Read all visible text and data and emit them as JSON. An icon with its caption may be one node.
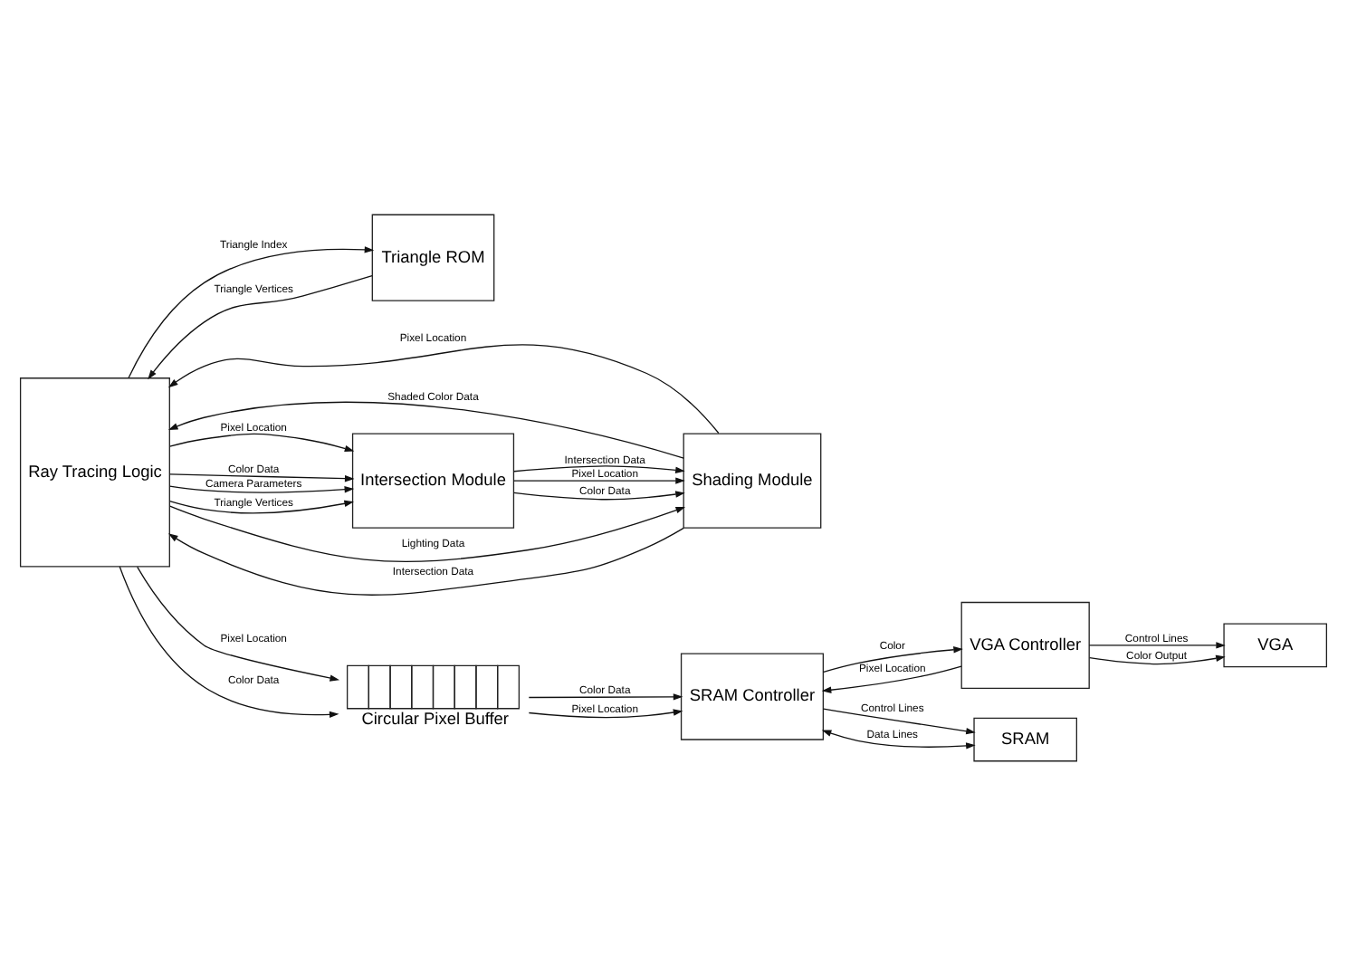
{
  "diagram": {
    "nodes": [
      {
        "text": [
          "Ray Tracing Logic"
        ]
      },
      {
        "text": [
          "Triangle ROM"
        ]
      },
      {
        "text": [
          "Intersection Module"
        ]
      },
      {
        "text": [
          "Shading Module"
        ]
      },
      {
        "text": [
          "Circular Pixel Buffer"
        ]
      },
      {
        "text": [
          "SRAM Controller"
        ]
      },
      {
        "text": [
          "VGA Controller"
        ]
      },
      {
        "text": [
          "SRAM"
        ]
      },
      {
        "text": [
          "VGA"
        ]
      }
    ],
    "edges": [
      {
        "from": 0,
        "to": 1,
        "arrow": "to",
        "label": "Triangle Index"
      },
      {
        "from": 1,
        "to": 0,
        "arrow": "to",
        "label": "Triangle Vertices"
      },
      {
        "from": 0,
        "to": 3,
        "arrow": "to",
        "label": "Lighting Data"
      },
      {
        "from": 0,
        "to": 2,
        "arrow": "to",
        "label": "Camera Parameters"
      },
      {
        "from": 0,
        "to": 2,
        "arrow": "to",
        "label": "Triangle Vertices"
      },
      {
        "from": 0,
        "to": 2,
        "arrow": "to",
        "label": "Pixel Location"
      },
      {
        "from": 0,
        "to": 2,
        "arrow": "to",
        "label": "Color Data"
      },
      {
        "from": 2,
        "to": 3,
        "arrow": "to",
        "label": "Intersection Data"
      },
      {
        "from": 2,
        "to": 3,
        "arrow": "to",
        "label": "Pixel Location"
      },
      {
        "from": 2,
        "to": 3,
        "arrow": "to",
        "label": "Color Data"
      },
      {
        "from": 3,
        "to": 0,
        "arrow": "to",
        "label": "Intersection Data"
      },
      {
        "from": 3,
        "to": 0,
        "arrow": "to",
        "label": "Pixel Location"
      },
      {
        "from": 3,
        "to": 0,
        "arrow": "to",
        "label": "Shaded Color Data"
      },
      {
        "from": 0,
        "to": 4,
        "arrow": "to",
        "label": "Color Data"
      },
      {
        "from": 0,
        "to": 4,
        "arrow": "to",
        "label": "Pixel Location"
      },
      {
        "from": 4,
        "to": 5,
        "arrow": "to",
        "label": "Pixel Location"
      },
      {
        "from": 4,
        "to": 5,
        "arrow": "to",
        "label": "Color Data"
      },
      {
        "from": 6,
        "to": 5,
        "arrow": "to",
        "label": "Pixel Location"
      },
      {
        "from": 5,
        "to": 6,
        "arrow": "to",
        "label": "Color"
      },
      {
        "from": 5,
        "to": 7,
        "arrow": "to",
        "label": "Control Lines"
      },
      {
        "from": 5,
        "to": 7,
        "arrow": "both",
        "label": "Data Lines"
      },
      {
        "from": 6,
        "to": 8,
        "arrow": "to",
        "label": "Control Lines"
      },
      {
        "from": 6,
        "to": 8,
        "arrow": "to",
        "label": "Color Output"
      }
    ]
  }
}
